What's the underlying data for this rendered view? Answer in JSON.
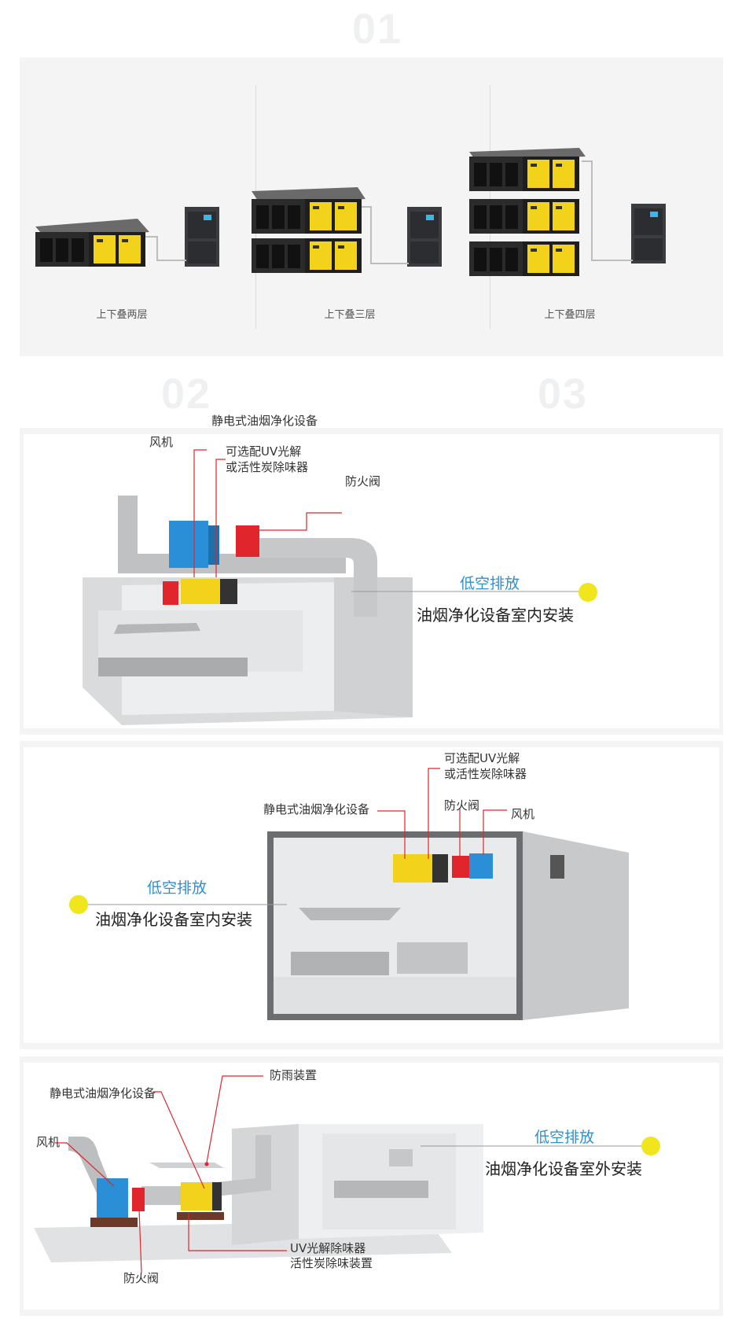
{
  "numbers": {
    "n1": "01",
    "n2": "02",
    "n3": "03"
  },
  "stack_captions": [
    "上下叠两层",
    "上下叠三层",
    "上下叠四层"
  ],
  "scene1": {
    "fan": "风机",
    "purifier": "静电式油烟净化设备",
    "uv_line1": "可选配UV光解",
    "uv_line2": "或活性炭除味器",
    "damper": "防火阀",
    "title": "低空排放",
    "subtitle": "油烟净化设备室内安装"
  },
  "scene2": {
    "uv_line1": "可选配UV光解",
    "uv_line2": "或活性炭除味器",
    "purifier": "静电式油烟净化设备",
    "damper": "防火阀",
    "fan": "风机",
    "title": "低空排放",
    "subtitle": "油烟净化设备室内安装"
  },
  "scene3": {
    "rain": "防雨装置",
    "purifier": "静电式油烟净化设备",
    "fan": "风机",
    "uv_line1": "UV光解除味器",
    "uv_line2": "活性炭除味装置",
    "damper": "防火阀",
    "title": "低空排放",
    "subtitle": "油烟净化设备室外安装"
  },
  "colors": {
    "title_blue": "#2f8fcf",
    "dot_yellow": "#f1e51e",
    "line_red": "#e0262c",
    "unit_yellow": "#f2d21a",
    "fan_blue": "#2a8fd6"
  }
}
